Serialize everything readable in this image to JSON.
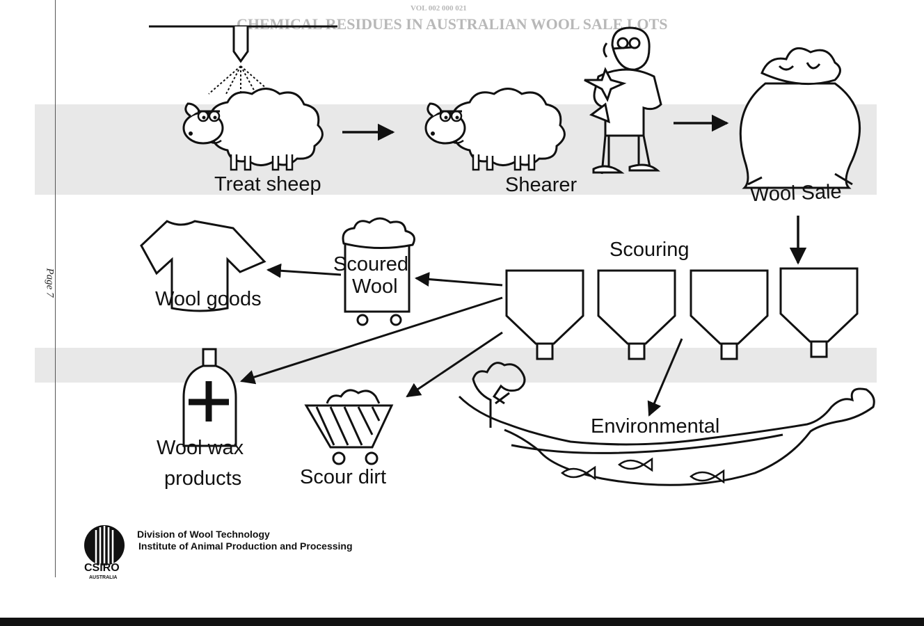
{
  "header_ghost": {
    "title": "CHEMICAL RESIDUES IN AUSTRALIAN WOOL SALE LOTS",
    "reference": "VOL 002 000 021"
  },
  "page_number": "Page 7",
  "stages": {
    "treat": "Treat sheep",
    "shearer": "Shearer",
    "sale": "Wool Sale",
    "scouring": "Scouring",
    "scoured_line1": "Scoured",
    "scoured_line2": "Wool",
    "goods": "Wool goods",
    "wax_line1": "Wool wax",
    "wax_line2": "products",
    "dirt": "Scour dirt",
    "environmental": "Environmental"
  },
  "organization": {
    "division": "Division of Wool Technology",
    "institute": "Institute of Animal Production and Processing",
    "logo_text": "CSIRO",
    "logo_subtext": "AUSTRALIA"
  },
  "icons": [
    "spray-nozzle-icon",
    "sheep-icon",
    "shearer-icon",
    "wool-bag-icon",
    "scour-bowl-icon",
    "t-shirt-icon",
    "wool-cart-icon",
    "wax-bottle-icon",
    "dirt-trolley-icon",
    "tree-icon",
    "pond-icon",
    "fish-icon",
    "arrow-icon",
    "csiro-logo-icon"
  ],
  "colors": {
    "ink": "#111111",
    "background": "#ffffff",
    "ghost": "#c8c8c8"
  }
}
